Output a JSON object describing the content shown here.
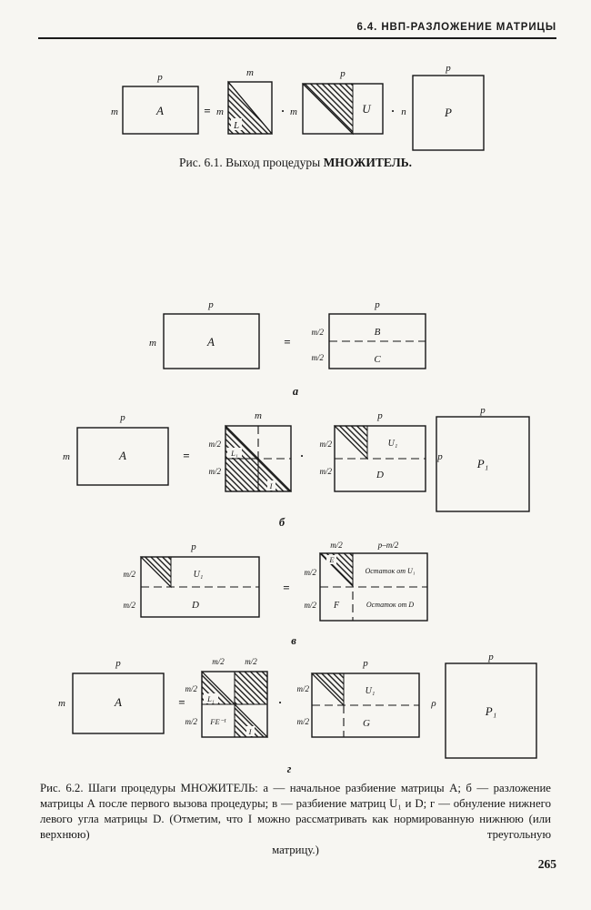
{
  "header": {
    "title": "6.4. НВП-РАЗЛОЖЕНИЕ МАТРИЦЫ"
  },
  "page_number": "265",
  "sym": {
    "m": "m",
    "p": "p",
    "m2": "m/2",
    "pm2": "p–m/2",
    "eq": "=",
    "dot": "·",
    "A": "A",
    "B": "B",
    "C": "C",
    "D": "D",
    "E": "E",
    "F": "F",
    "G": "G",
    "I": "I",
    "L": "L",
    "U": "U",
    "P": "P",
    "L1": "L₁",
    "U1": "U₁",
    "P1": "P₁",
    "FE": "FE⁻¹",
    "n": "п",
    "rho": "ρ",
    "ost_u1": "Остаток от U₁",
    "ost_d": "Остаток от D",
    "a": "а",
    "b": "б",
    "v": "в",
    "g": "г"
  },
  "fig61": {
    "caption_pre": "Рис. 6.1. Выход процедуры",
    "caption_proc": "МНОЖИТЕЛЬ."
  },
  "fig62": {
    "caption_main": "Рис. 6.2. Шаги процедуры МНОЖИТЕЛЬ: а — начальное разбиение матрицы А; б — разложение матрицы А после первого вызова процедуры; в — разбиение матриц U₁ и D; г — обнуление нижнего левого угла матрицы D. (Отметим, что I можно рассматривать как нормированную нижнюю (или верхнюю) треугольную",
    "caption_last": "матрицу.)"
  }
}
